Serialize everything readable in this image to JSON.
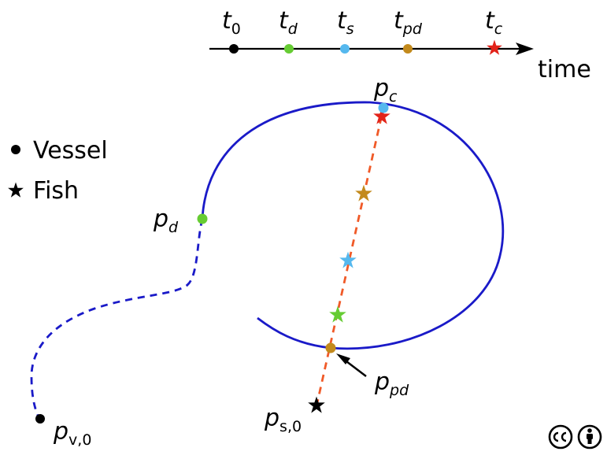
{
  "timeline": {
    "time_label": "time",
    "ticks": [
      {
        "base": "t",
        "sub": "0",
        "color": "#000000"
      },
      {
        "base": "t",
        "sub": "d",
        "color": "#66cc33"
      },
      {
        "base": "t",
        "sub": "s",
        "color": "#55b8ee"
      },
      {
        "base": "t",
        "sub": "pd",
        "color": "#c38a1c"
      },
      {
        "base": "t",
        "sub": "c",
        "color": "#e2231a"
      }
    ]
  },
  "legend": {
    "vessel": "Vessel",
    "fish": "Fish"
  },
  "points": {
    "pc": {
      "base": "p",
      "sub": "c"
    },
    "pd": {
      "base": "p",
      "sub": "d"
    },
    "ppd": {
      "base": "p",
      "sub": "pd"
    },
    "ps0": {
      "base": "p",
      "sub": "s,0"
    },
    "pv0": {
      "base": "p",
      "sub": "v,0"
    }
  },
  "colors": {
    "vessel_path": "#1a1ac8",
    "fish_path": "#f05a28",
    "t0": "#000000",
    "td": "#66cc33",
    "ts": "#55b8ee",
    "tpd": "#c38a1c",
    "tc": "#e2231a"
  },
  "license_icons": [
    "cc-icon",
    "by-attribution-icon"
  ]
}
